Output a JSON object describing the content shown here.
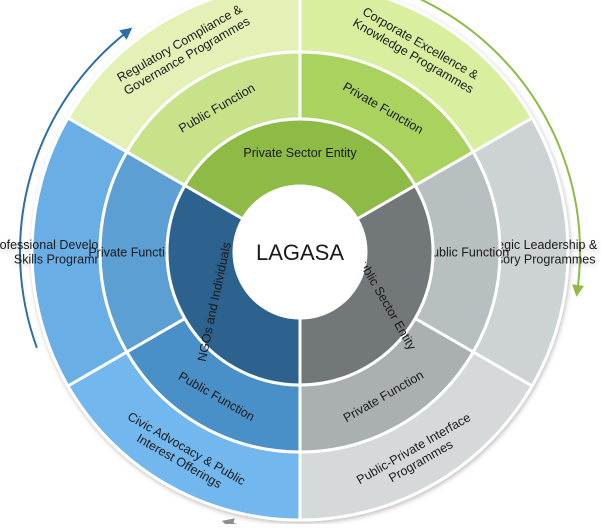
{
  "center": {
    "label": "LAGASA"
  },
  "inner_ring": [
    {
      "label": "Private Sector Entity",
      "color": "#8dbb45"
    },
    {
      "label": "Public Sector Entity",
      "color": "#727879"
    },
    {
      "label": "NGOs and Individuals",
      "color": "#2c628d"
    }
  ],
  "middle_ring": [
    {
      "label": "Public Function",
      "color": "#c8e28a"
    },
    {
      "label": "Private Function",
      "color": "#a9d35e"
    },
    {
      "label": "Public Function",
      "color": "#b8bfc0"
    },
    {
      "label": "Private Function",
      "color": "#aab0b1"
    },
    {
      "label": "Public Function",
      "color": "#4a90c8"
    },
    {
      "label": "Private Function",
      "color": "#5b9fd3"
    }
  ],
  "outer_ring": [
    {
      "label_lines": [
        "Regulatory Compliance &",
        "Governance Programmes"
      ],
      "color": "#e3f1b6"
    },
    {
      "label_lines": [
        "Corporate Excellence &",
        "Knowledge Programmes"
      ],
      "color": "#d9ee9e"
    },
    {
      "label_lines": [
        "Strategic Leadership &",
        "Advisory Programmes"
      ],
      "color": "#cdd3d3"
    },
    {
      "label_lines": [
        "Public-Private Interface",
        "Programmes"
      ],
      "color": "#d5d9d9"
    },
    {
      "label_lines": [
        "Civic Advocacy & Public",
        "Interest Offerings"
      ],
      "color": "#72b8ee"
    },
    {
      "label_lines": [
        "Professional Development &",
        "Skills Programmes"
      ],
      "color": "#6aaee6"
    }
  ],
  "arrow_colors": {
    "green": "#8dbb45",
    "gray": "#8a9091",
    "blue": "#2c6fa8"
  }
}
